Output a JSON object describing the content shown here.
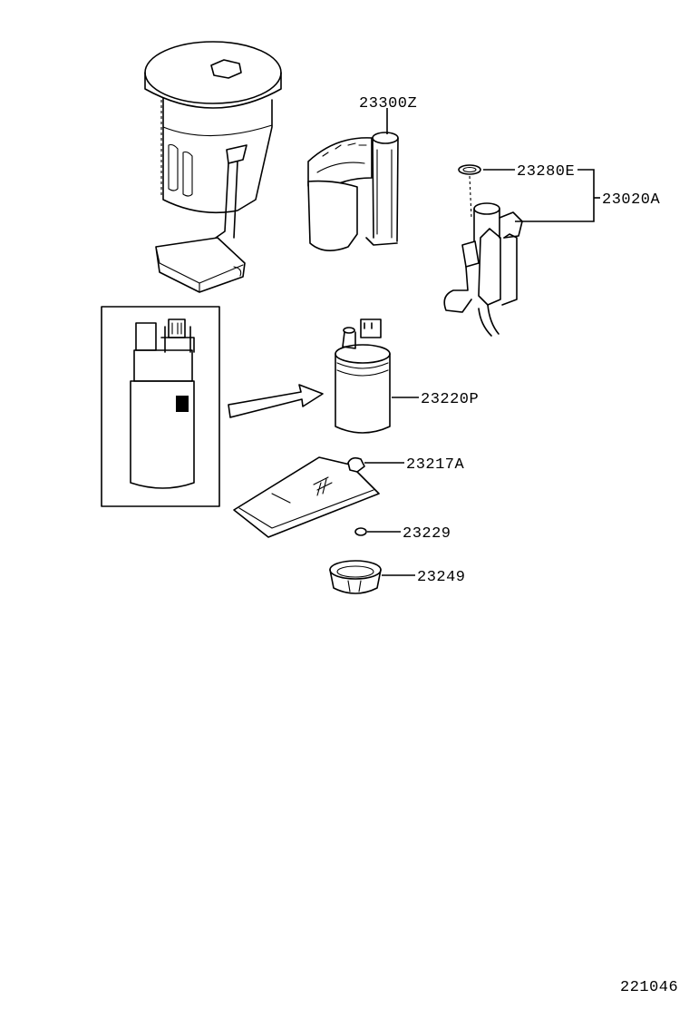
{
  "parts": {
    "fuel_pump_housing": "23300Z",
    "o_ring": "23280E",
    "pressure_regulator_assy": "23020A",
    "fuel_pump": "23220P",
    "fuel_filter": "23217A",
    "clip": "23229",
    "ring": "23249"
  },
  "diagram_id": "221046"
}
